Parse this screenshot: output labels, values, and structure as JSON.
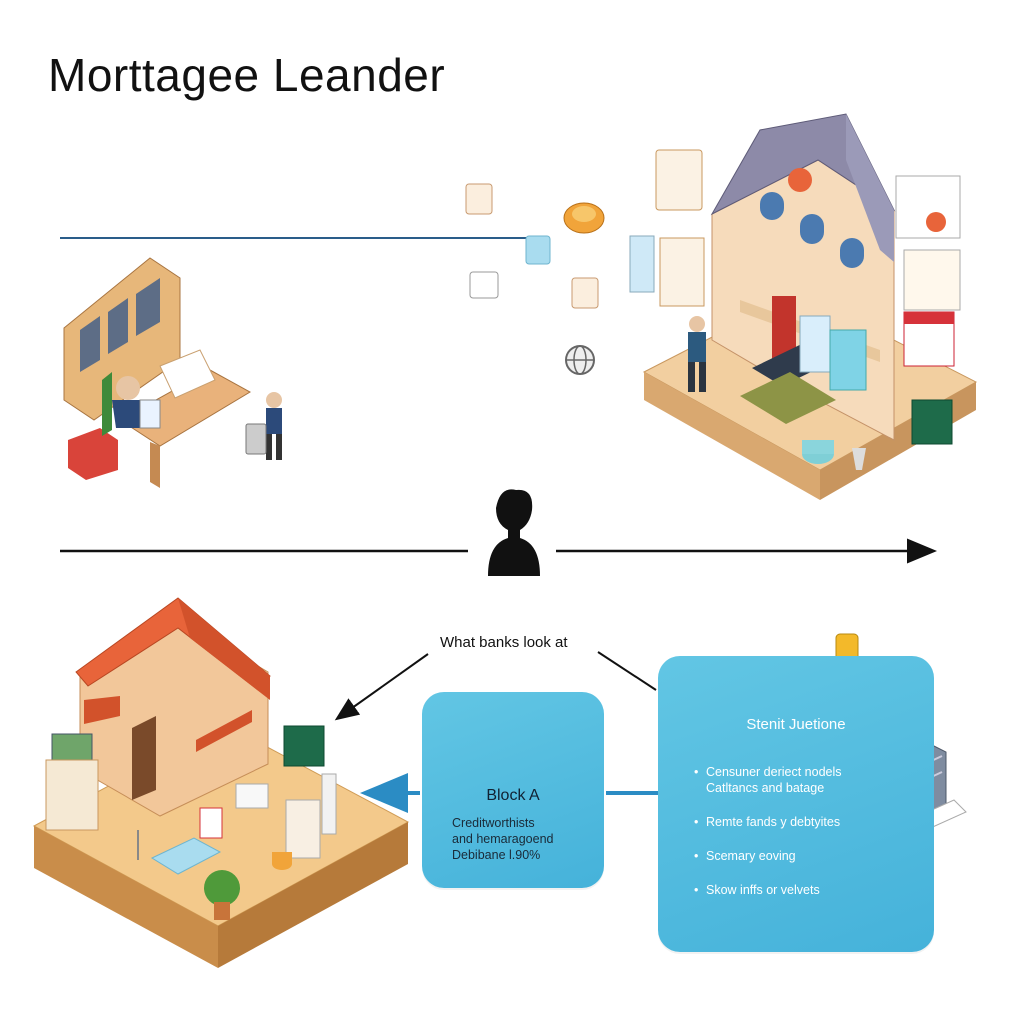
{
  "diagram": {
    "title": "Morttagee Leander",
    "bank_label": "What banks look at",
    "block_a": {
      "title": "Block A",
      "lines": [
        "Creditworthists",
        "and hemaragoend",
        "Debibane l.90%"
      ]
    },
    "student": {
      "title": "Stenit Juetione",
      "items": [
        {
          "line1": "Censuner deriect nodels",
          "line2": "Catltancs and batage"
        },
        {
          "line1": "Remte fands y debtyites",
          "line2": ""
        },
        {
          "line1": "Scemary eoving",
          "line2": ""
        },
        {
          "line1": "Skow inffs or velvets",
          "line2": ""
        }
      ]
    },
    "icons": [
      "lender-office-illustration",
      "bank-building-illustration",
      "person-silhouette-icon",
      "house-illustration",
      "gauge-icon",
      "globe-icon",
      "coin-icon",
      "server-icon"
    ],
    "colors": {
      "card": "#50bde0",
      "roof": "#e8643a",
      "gauge": "#3cbf7a",
      "arrow_blue": "#2b8cc4"
    }
  }
}
